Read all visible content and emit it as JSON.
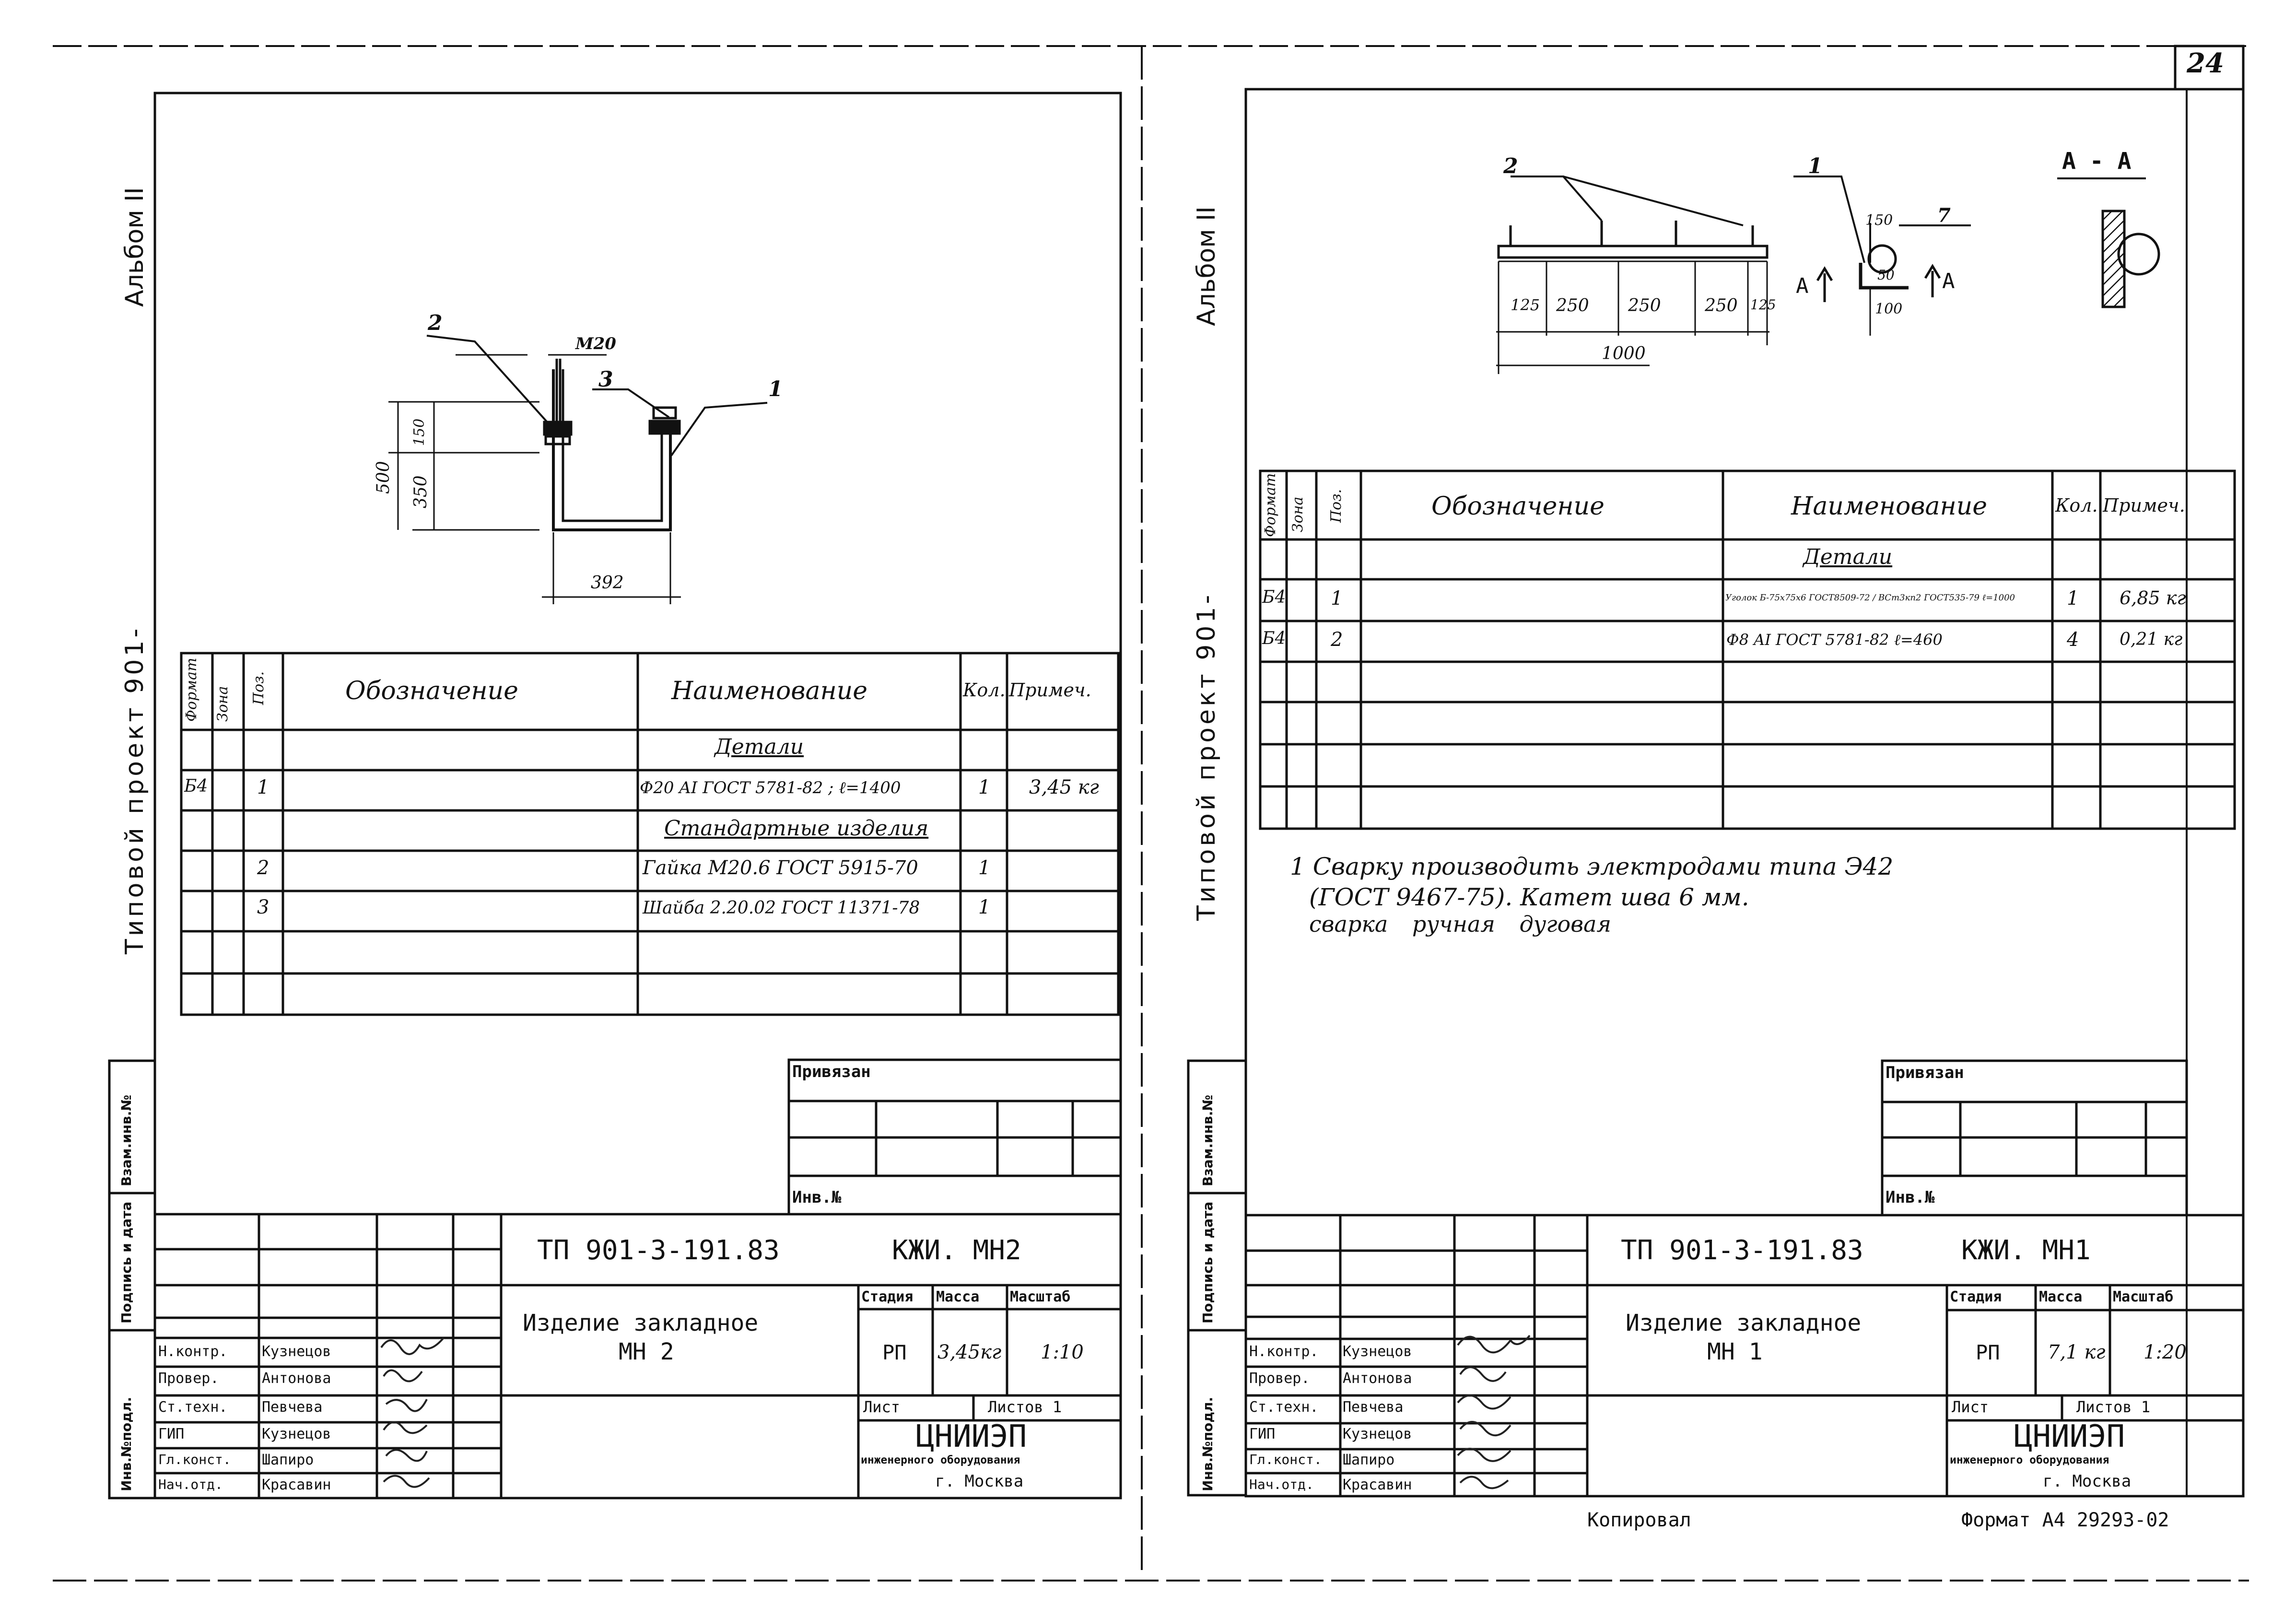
{
  "sheet_number": "24",
  "left_sheet": {
    "side_album": "Альбом II",
    "side_project": "Типовой проект 901-",
    "side_columns": [
      "Инв.№подл.",
      "Подпись и дата",
      "Взам.инв.№"
    ],
    "drawing": {
      "labels": {
        "p1": "1",
        "p2": "2",
        "p3": "3",
        "thread": "М20"
      },
      "dims": {
        "d500": "500",
        "d350": "350",
        "d150": "150",
        "d392": "392"
      }
    },
    "spec": {
      "headers": {
        "format": "Формат",
        "zone": "Зона",
        "pos": "Поз.",
        "designation": "Обозначение",
        "name": "Наименование",
        "qty": "Кол.",
        "note": "Примеч."
      },
      "rows": [
        {
          "format": "",
          "zone": "",
          "pos": "",
          "name": "Детали",
          "qty": "",
          "note": ""
        },
        {
          "format": "Б4",
          "zone": "",
          "pos": "1",
          "name": "Ф20 AI ГОСТ 5781-82 ; ℓ=1400",
          "qty": "1",
          "note": "3,45 кг"
        },
        {
          "format": "",
          "zone": "",
          "pos": "",
          "name": "Стандартные изделия",
          "qty": "",
          "note": ""
        },
        {
          "format": "",
          "zone": "",
          "pos": "2",
          "name": "Гайка М20.6 ГОСТ 5915-70",
          "qty": "1",
          "note": ""
        },
        {
          "format": "",
          "zone": "",
          "pos": "3",
          "name": "Шайба 2.20.02 ГОСТ 11371-78",
          "qty": "1",
          "note": ""
        },
        {
          "format": "",
          "zone": "",
          "pos": "",
          "name": "",
          "qty": "",
          "note": ""
        },
        {
          "format": "",
          "zone": "",
          "pos": "",
          "name": "",
          "qty": "",
          "note": ""
        }
      ]
    },
    "binding": {
      "title": "Привязан",
      "inv": "Инв.№"
    },
    "title_block": {
      "code": "ТП 901-3-191.83",
      "mark": "КЖИ. МН2",
      "item_name_1": "Изделие закладное",
      "item_name_2": "МН 2",
      "stage_h": "Стадия",
      "mass_h": "Масса",
      "scale_h": "Масштаб",
      "stage": "РП",
      "mass": "3,45кг",
      "scale": "1:10",
      "sheet_h": "Лист",
      "sheets_h": "Листов 1",
      "org": "ЦНИИЭП",
      "org_sub": "инженерного оборудования",
      "city": "г. Москва",
      "roles": [
        {
          "role": "Н.контр.",
          "name": "Кузнецов"
        },
        {
          "role": "Провер.",
          "name": "Антонова"
        },
        {
          "role": "Ст.техн.",
          "name": "Певчева"
        },
        {
          "role": "ГИП",
          "name": "Кузнецов"
        },
        {
          "role": "Гл.конст.",
          "name": "Шапиро"
        },
        {
          "role": "Нач.отд.",
          "name": "Красавин"
        }
      ]
    }
  },
  "right_sheet": {
    "side_album": "Альбом II",
    "side_project": "Типовой проект 901-",
    "side_columns": [
      "Инв.№подл.",
      "Подпись и дата",
      "Взам.инв.№"
    ],
    "drawing": {
      "labels": {
        "p1": "1",
        "p2": "2",
        "p7": "7",
        "sectA1": "А",
        "sectA2": "А",
        "section": "А - А"
      },
      "dims": {
        "d125a": "125",
        "d250a": "250",
        "d250b": "250",
        "d250c": "250",
        "d125b": "125",
        "d1000": "1000",
        "d150": "150",
        "d50": "50",
        "d100": "100"
      }
    },
    "spec": {
      "headers": {
        "format": "Формат",
        "zone": "Зона",
        "pos": "Поз.",
        "designation": "Обозначение",
        "name": "Наименование",
        "qty": "Кол.",
        "note": "Примеч."
      },
      "rows": [
        {
          "format": "",
          "zone": "",
          "pos": "",
          "name": "Детали",
          "qty": "",
          "note": ""
        },
        {
          "format": "Б4",
          "zone": "",
          "pos": "1",
          "name": "Уголок Б-75х75х6 ГОСТ8509-72 / ВСт3кп2 ГОСТ535-79 ℓ=1000",
          "qty": "1",
          "note": "6,85 кг"
        },
        {
          "format": "Б4",
          "zone": "",
          "pos": "2",
          "name": "Ф8 AI ГОСТ 5781-82 ℓ=460",
          "qty": "4",
          "note": "0,21 кг"
        },
        {
          "format": "",
          "zone": "",
          "pos": "",
          "name": "",
          "qty": "",
          "note": ""
        },
        {
          "format": "",
          "zone": "",
          "pos": "",
          "name": "",
          "qty": "",
          "note": ""
        },
        {
          "format": "",
          "zone": "",
          "pos": "",
          "name": "",
          "qty": "",
          "note": ""
        },
        {
          "format": "",
          "zone": "",
          "pos": "",
          "name": "",
          "qty": "",
          "note": ""
        }
      ]
    },
    "notes": [
      "1 Сварку производить электродами типа Э42",
      "(ГОСТ 9467-75). Катет шва 6 мм.",
      "сварка ручная дуговая"
    ],
    "binding": {
      "title": "Привязан",
      "inv": "Инв.№"
    },
    "title_block": {
      "code": "ТП 901-3-191.83",
      "mark": "КЖИ. МН1",
      "item_name_1": "Изделие закладное",
      "item_name_2": "МН 1",
      "stage_h": "Стадия",
      "mass_h": "Масса",
      "scale_h": "Масштаб",
      "stage": "РП",
      "mass": "7,1 кг",
      "scale": "1:20",
      "sheet_h": "Лист",
      "sheets_h": "Листов 1",
      "org": "ЦНИИЭП",
      "org_sub": "инженерного оборудования",
      "city": "г. Москва",
      "roles": [
        {
          "role": "Н.контр.",
          "name": "Кузнецов"
        },
        {
          "role": "Провер.",
          "name": "Антонова"
        },
        {
          "role": "Ст.техн.",
          "name": "Певчева"
        },
        {
          "role": "ГИП",
          "name": "Кузнецов"
        },
        {
          "role": "Гл.конст.",
          "name": "Шапиро"
        },
        {
          "role": "Нач.отд.",
          "name": "Красавин"
        }
      ]
    }
  },
  "footer": {
    "copied": "Копировал",
    "format": "Формат А4 29293-02"
  }
}
